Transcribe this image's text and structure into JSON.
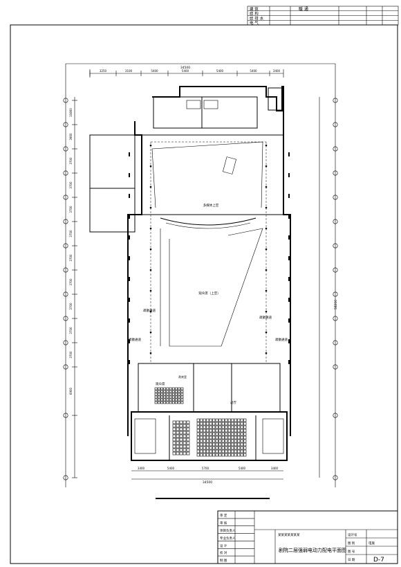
{
  "top_stamp": {
    "rows": [
      "建 筑",
      "结 构",
      "给 排 水",
      "电 气"
    ],
    "mark": "暖 通"
  },
  "dimensions": {
    "total_top": "34500",
    "top_segments": [
      "3250",
      "3100",
      "5400",
      "5400",
      "5400",
      "5400",
      "3400"
    ],
    "total_bottom": "34500",
    "bottom_segments": [
      "3400",
      "5400",
      "5700",
      "5400",
      "3400"
    ],
    "left_segments": [
      "10800",
      "3900",
      "3700",
      "3700",
      "3700",
      "3700",
      "3700",
      "3700",
      "3700",
      "3700",
      "3700",
      "6900"
    ],
    "right_total": "58200"
  },
  "room_labels": {
    "stage": "多媒体上空",
    "hall": "观众席（上空）",
    "corridor_l1": "疏散通道",
    "corridor_r1": "疏散通道",
    "corridor_l2": "疏散通道",
    "corridor_r2": "疏散通道",
    "balcony": "观众席",
    "lobby": "过厅",
    "vip": "贵宾室"
  },
  "title_block": {
    "left_rows": [
      "审 定",
      "审 核",
      "项目负责人",
      "专业负责人",
      "设 计",
      "校 对",
      "制 图"
    ],
    "project": "某某某某某某某",
    "drawing_title": "剧院二层强弱电动力配电平面图",
    "right_labels": [
      "设计号",
      "图 别",
      "图 号",
      "日 期"
    ],
    "right_values": [
      "",
      "电施",
      "D-7",
      ""
    ],
    "sheet_no": "D-7"
  }
}
